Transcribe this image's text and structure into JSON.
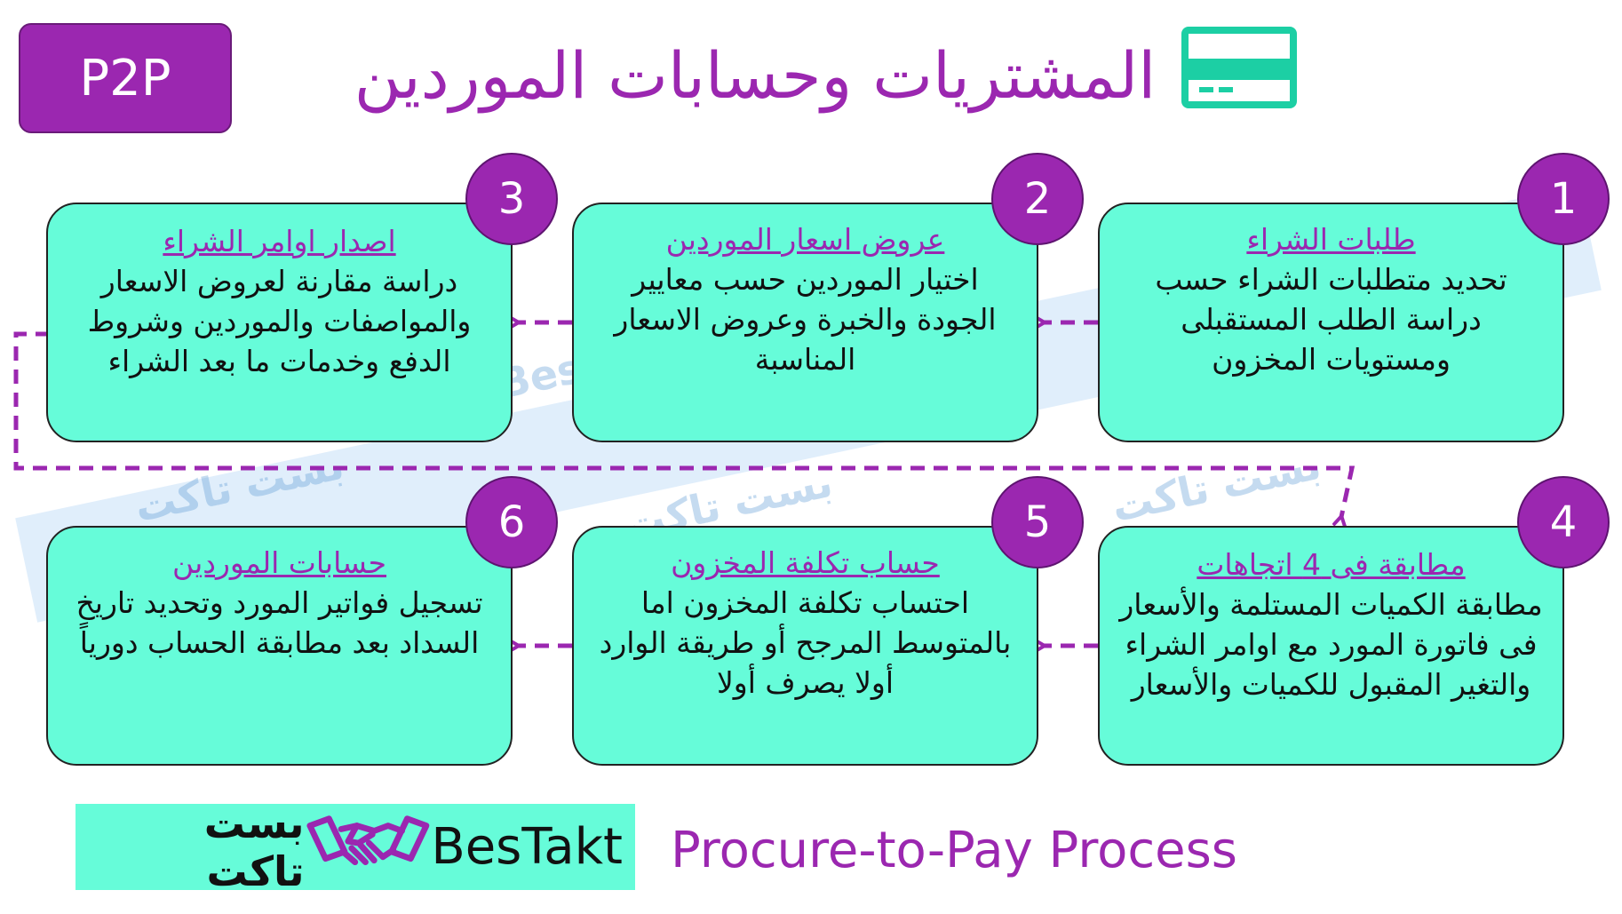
{
  "badge": "P2P",
  "title": "المشتريات وحسابات الموردين",
  "steps": [
    {
      "num": "1",
      "heading": "طلبات الشراء",
      "body": "تحديد متطلبات الشراء حسب دراسة الطلب المستقبلى ومستويات المخزون"
    },
    {
      "num": "2",
      "heading": "عروض اسعار الموردين",
      "body": "اختيار الموردين حسب معايير الجودة والخبرة وعروض الاسعار المناسبة"
    },
    {
      "num": "3",
      "heading": "اصدار اوامر الشراء",
      "body": "دراسة مقارنة لعروض الاسعار والمواصفات والموردين وشروط الدفع وخدمات ما بعد الشراء"
    },
    {
      "num": "4",
      "heading": "مطابقة فى 4 اتجاهات",
      "body": "مطابقة الكميات المستلمة والأسعار فى فاتورة المورد مع اوامر الشراء والتغير المقبول للكميات والأسعار"
    },
    {
      "num": "5",
      "heading": "حساب تكلفة المخزون",
      "body": "احتساب تكلفة المخزون اما بالمتوسط المرجح أو طريقة الوارد أولا يصرف أولا"
    },
    {
      "num": "6",
      "heading": "حسابات الموردين",
      "body": "تسجيل فواتير المورد وتحديد تاريخ السداد بعد مطابقة الحساب دورياً"
    }
  ],
  "logo": {
    "arabic": "بست تاكت",
    "english": "BesTakt"
  },
  "footer": "Procure-to-Pay Process",
  "watermark": {
    "arabic": "بست تاكت",
    "english": "BesTakt"
  },
  "colors": {
    "purple": "#9b27b0",
    "aqua": "#66fcd9",
    "teal": "#1ccfa4"
  },
  "icons": [
    "credit-card-icon",
    "handshake-icon"
  ]
}
